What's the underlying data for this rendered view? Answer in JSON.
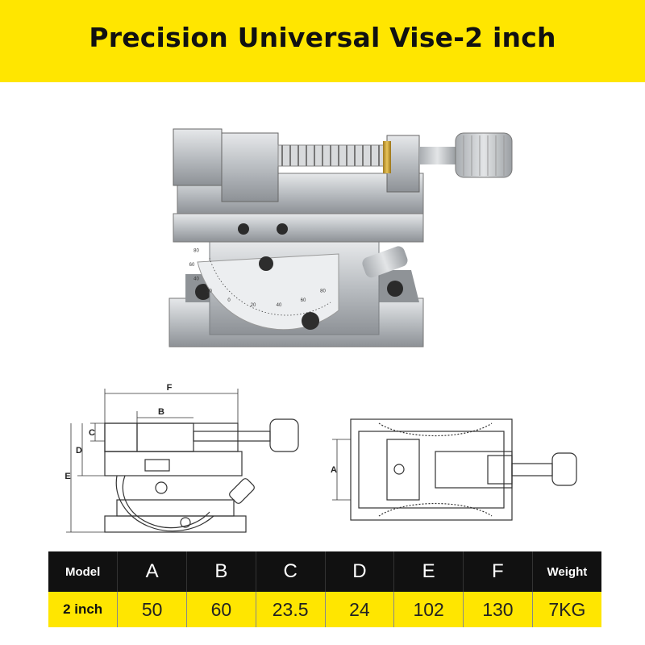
{
  "title": "Precision Universal Vise-2 inch",
  "drawing_labels": {
    "A": "A",
    "B": "B",
    "C": "C",
    "D": "D",
    "E": "E",
    "F": "F"
  },
  "protractor_scale": [
    "80",
    "60",
    "40",
    "20",
    "0",
    "20",
    "40",
    "60",
    "80"
  ],
  "table": {
    "headers": [
      "Model",
      "A",
      "B",
      "C",
      "D",
      "E",
      "F",
      "Weight"
    ],
    "rows": [
      [
        "2 inch",
        "50",
        "60",
        "23.5",
        "24",
        "102",
        "130",
        "7KG"
      ]
    ]
  },
  "colors": {
    "banner": "#ffe600",
    "header_row": "#111111",
    "data_row": "#ffe600"
  }
}
